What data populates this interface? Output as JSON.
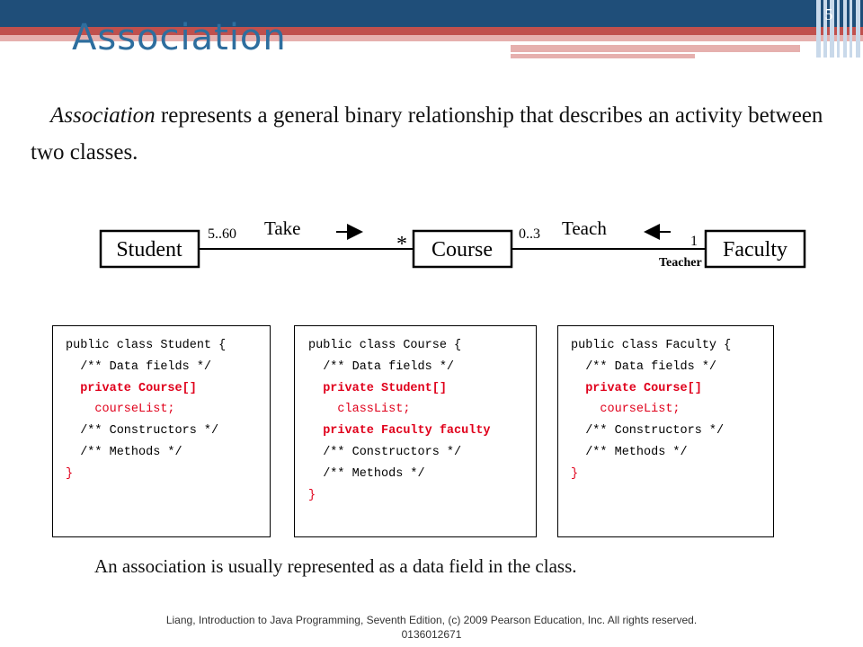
{
  "slide": {
    "number": "5",
    "title": "Association",
    "intro": {
      "emphasis": "Association",
      "rest": " represents a general binary relationship that describes an activity between two classes."
    },
    "caption": "An association is usually represented as a data field in the class.",
    "footer": "Liang, Introduction to Java Programming, Seventh Edition, (c) 2009 Pearson Education, Inc. All rights reserved. 0136012671"
  },
  "colors": {
    "header_blue": "#1f4e79",
    "header_red": "#c0504d",
    "header_pink": "#e6b0ae",
    "title_blue": "#2e6e9e",
    "code_red": "#e0001b"
  },
  "diagram": {
    "classes": [
      "Student",
      "Course",
      "Faculty"
    ],
    "associations": [
      {
        "name": "Take",
        "left_multiplicity": "5..60",
        "right_multiplicity": "*",
        "role": ""
      },
      {
        "name": "Teach",
        "left_multiplicity": "0..3",
        "right_multiplicity": "1",
        "role": "Teacher"
      }
    ]
  },
  "code": {
    "student": [
      "public class Student {",
      "  /** Data fields */",
      "  private Course[]",
      "    courseList;",
      "",
      "  /** Constructors */",
      "  /** Methods */",
      "}"
    ],
    "course": [
      "public class Course {",
      "  /** Data fields */",
      "  private Student[]",
      "    classList;",
      "  private Faculty faculty",
      "",
      "  /** Constructors */",
      "  /** Methods */",
      "}"
    ],
    "faculty": [
      "public class Faculty {",
      "  /** Data fields */",
      "  private Course[]",
      "    courseList;",
      "",
      "  /** Constructors */",
      "  /** Methods */",
      "}"
    ]
  }
}
